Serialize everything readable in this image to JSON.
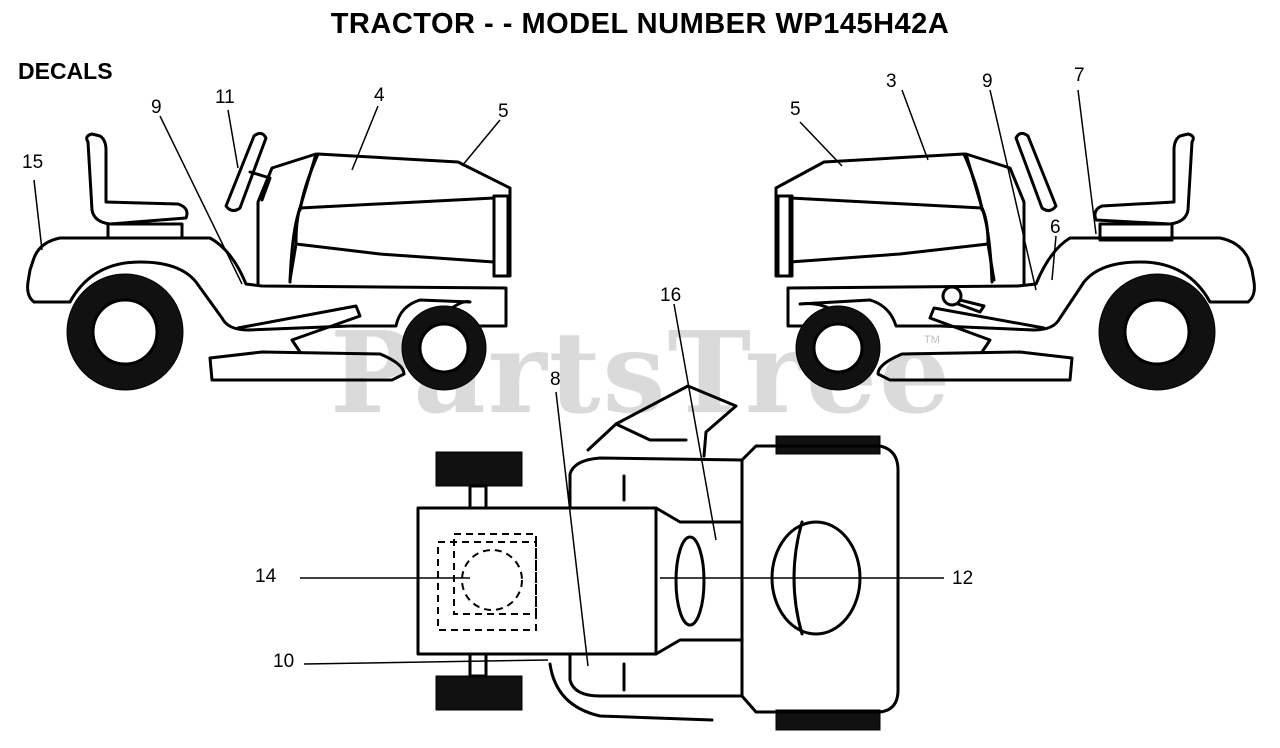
{
  "title": "TRACTOR - - MODEL NUMBER WP145H42A",
  "section_label": "DECALS",
  "watermark": "PartsTree",
  "watermark_tm": "TM",
  "callouts": {
    "c15": "15",
    "c9_left": "9",
    "c11": "11",
    "c4": "4",
    "c5_left": "5",
    "c5_right": "5",
    "c3": "3",
    "c9_right": "9",
    "c7": "7",
    "c6": "6",
    "c16": "16",
    "c8": "8",
    "c14": "14",
    "c12": "12",
    "c10": "10"
  }
}
